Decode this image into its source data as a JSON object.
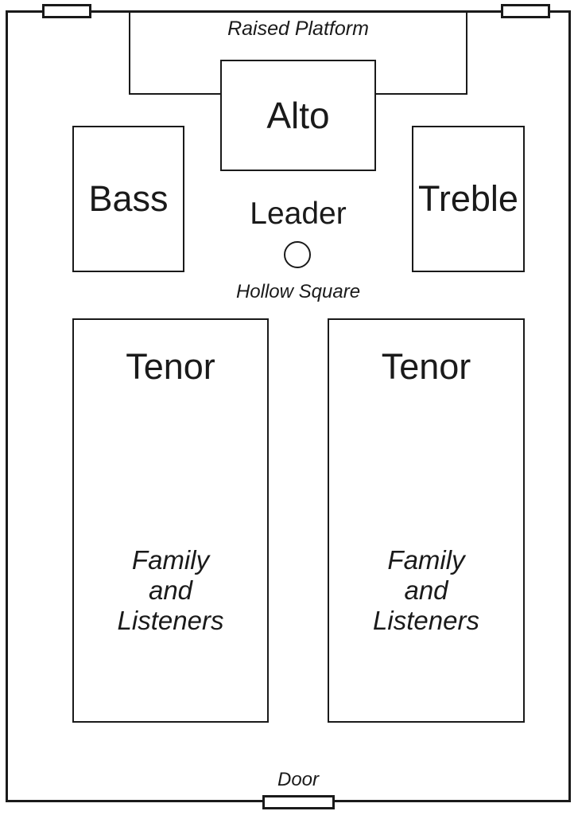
{
  "colors": {
    "line": "#1a1a1a",
    "background": "#ffffff",
    "text": "#1a1a1a"
  },
  "platform": {
    "label": "Raised Platform"
  },
  "sections": {
    "alto": {
      "label": "Alto"
    },
    "bass": {
      "label": "Bass"
    },
    "treble": {
      "label": "Treble"
    },
    "tenor_left": {
      "label": "Tenor"
    },
    "tenor_right": {
      "label": "Tenor"
    }
  },
  "leader": {
    "label": "Leader"
  },
  "hollow_square": {
    "label": "Hollow Square"
  },
  "audience": {
    "lines": [
      "Family",
      "and",
      "Listeners"
    ]
  },
  "door": {
    "label": "Door"
  }
}
